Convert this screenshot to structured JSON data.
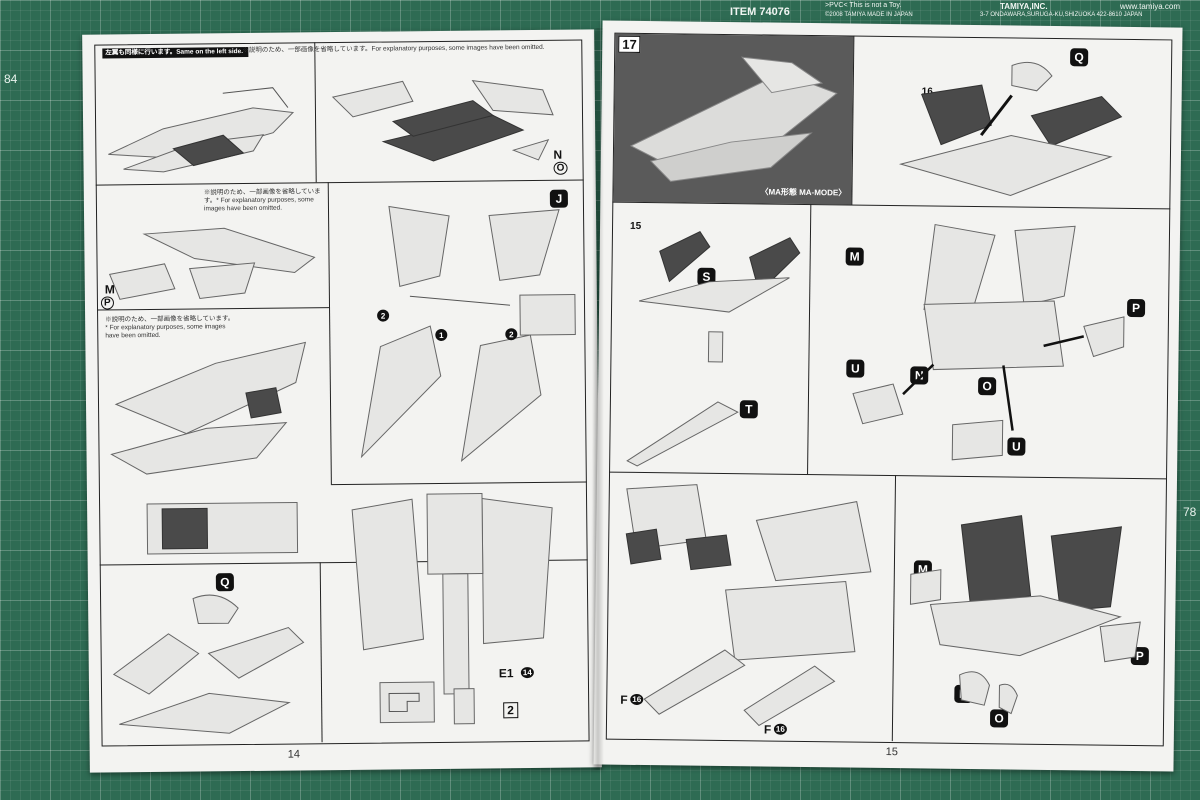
{
  "scene": {
    "mat_color": "#2e6b53",
    "mat_numbers": [
      "84",
      "78"
    ],
    "top_strip": {
      "item": "ITEM 74076",
      "pvc": ">PVC<  This is not a Toy.",
      "copyright": "©2008 TAMIYA  MADE IN JAPAN",
      "brand": "TAMIYA,INC.",
      "address": "3-7 ONDAWARA,SURUGA-KU,SHIZUOKA 422-8610 JAPAN",
      "site": "www.tamiya.com"
    }
  },
  "left_page": {
    "page_number": "14",
    "panel1": {
      "badge": "左翼も同様に行います。Same on the left side.",
      "note": "※説明のため、一部画像を省略しています。For explanatory purposes, some images have been omitted.",
      "labels": [
        "N",
        "O"
      ]
    },
    "panel2": {
      "note": "※説明のため、一部画像を省略しています。* For explanatory purposes, some images have been omitted.",
      "labels": [
        "M",
        "P"
      ]
    },
    "panel3": {
      "labels": [
        "J",
        "1",
        "2",
        "2"
      ]
    },
    "panel4": {
      "note": "※説明のため、一部画像を省略しています。* For explanatory purposes, some images have been omitted."
    },
    "panel5": {
      "labels": [
        "Q"
      ]
    },
    "panel6": {
      "labels": [
        "E1",
        "14",
        "2"
      ]
    }
  },
  "right_page": {
    "page_number": "15",
    "step": "17",
    "ma_mode_caption": "〈MA形態 MA-MODE〉",
    "panel_top_right": {
      "labels": [
        "Q",
        "16"
      ]
    },
    "panel_mid_left": {
      "labels": [
        "15",
        "S",
        "T"
      ]
    },
    "panel_mid_right": {
      "labels": [
        "M",
        "P",
        "U",
        "N",
        "O",
        "U"
      ]
    },
    "panel_bottom_left": {
      "labels": [
        "F",
        "16",
        "F",
        "16"
      ]
    },
    "panel_bottom_right": {
      "labels": [
        "M",
        "P",
        "N",
        "O"
      ]
    }
  }
}
